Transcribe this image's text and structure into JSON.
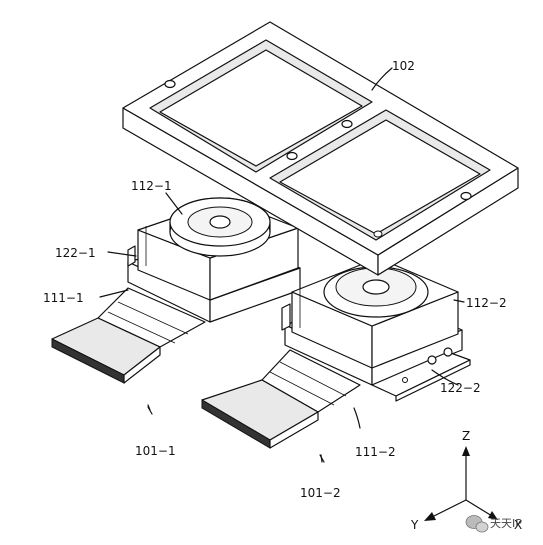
{
  "labels": {
    "frame": "102",
    "module1_label": "112−1",
    "flex1_connector": "122−1",
    "flex1_board": "111−1",
    "camera1": "101−1",
    "module2_label": "112−2",
    "flex2_connector": "122−2",
    "flex2_board": "111−2",
    "camera2": "101−2"
  },
  "axes": {
    "z": "Z",
    "y": "Y",
    "x": "X"
  },
  "watermark": {
    "text": "天天IP",
    "icon": "wechat-icon"
  }
}
